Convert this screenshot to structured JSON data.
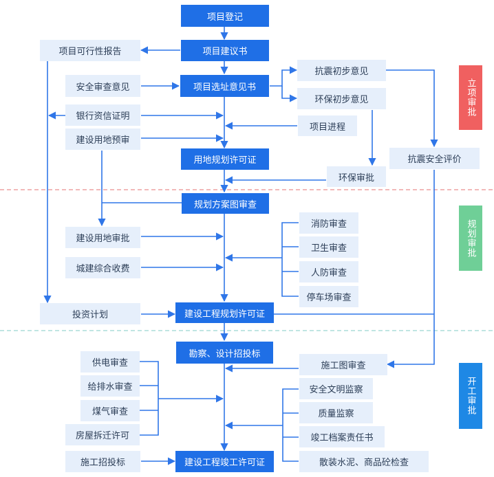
{
  "colors": {
    "main_box": "#1f6fe6",
    "side_box": "#e6effb",
    "arrow": "#2f76e8",
    "stage1": "#f06060",
    "stage2": "#6fcf97",
    "stage3": "#1e88e5",
    "divider1": "#e57373",
    "divider2": "#80cbc4"
  },
  "main_flow": {
    "xiangmudengji": "项目登记",
    "xiangmujianyishu": "项目建议书",
    "xuanzhiyijianshu": "项目选址意见书",
    "yongdiguihua": "用地规划许可证",
    "guihuafangan": "规划方案图审查",
    "jianshegongchengguihua": "建设工程规划许可证",
    "kancha": "勘察、设计招投标",
    "jungong": "建设工程竣工许可证"
  },
  "side_nodes": {
    "kexingxing": "项目可行性报告",
    "anquanshencha": "安全审查意见",
    "yinhangzixin": "银行资信证明",
    "jiansheyongdiyushen": "建设用地预审",
    "kangzhenchubu": "抗震初步意见",
    "huanbaochubu": "环保初步意见",
    "xiangmujincheng": "项目进程",
    "huanbaoshenpi": "环保审批",
    "kangzhenanquan": "抗震安全评价",
    "jiansheyongdishenpi": "建设用地审批",
    "chengjianshoufei": "城建综合收费",
    "xiaofang": "消防审查",
    "weisheng": "卫生审查",
    "renfang": "人防审查",
    "tingche": "停车场审查",
    "touzijihua": "投资计划",
    "shigongtu": "施工图审查",
    "gongdian": "供电审查",
    "geipaishui": "给排水审查",
    "meiqi": "煤气审查",
    "fangwuchaiqian": "房屋拆迁许可",
    "shigongzhaotoubiao": "施工招投标",
    "anquanwenming": "安全文明监察",
    "zhiliangjiancha": "质量监察",
    "jungongdangan": "竣工档案责任书",
    "sanzhuang": "散装水泥、商品砼检查"
  },
  "stages": {
    "lixiang": "立项审批",
    "guihua": "规划审批",
    "kaigong": "开工审批"
  }
}
